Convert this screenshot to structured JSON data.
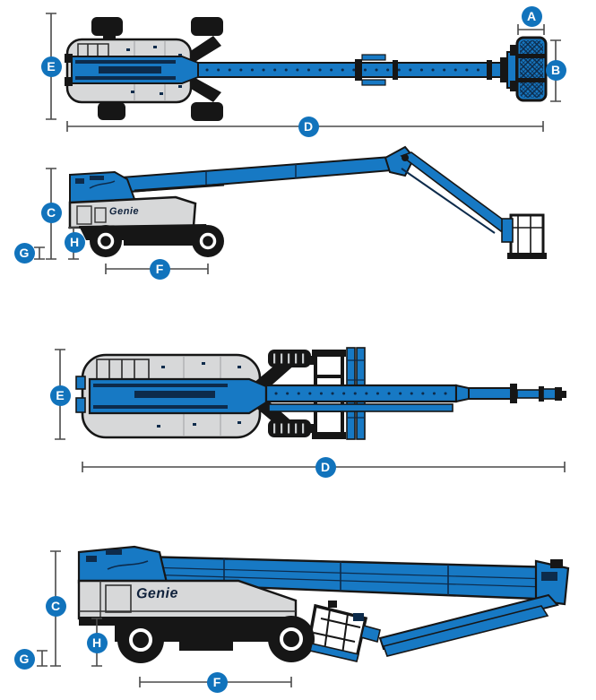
{
  "page": {
    "title": "Genie telescopic boom lift dimensional drawings",
    "background": "#FFFFFF"
  },
  "colors": {
    "genie_blue": "#1779C4",
    "label_blue": "#1173BC",
    "dark_navy": "#0D2B4B",
    "ink_black": "#161616",
    "body_gray": "#D7D8D9",
    "dim_line": "#4A4A4A",
    "label_text": "#FFFFFF",
    "page_bg": "#FFFFFF"
  },
  "brand": {
    "logo_text": "Genie"
  },
  "views": [
    {
      "name": "machine-1-top-view",
      "labels": [
        "E",
        "A",
        "B",
        "D"
      ]
    },
    {
      "name": "machine-1-side-view",
      "labels": [
        "C",
        "G",
        "H",
        "F"
      ]
    },
    {
      "name": "machine-2-top-view",
      "labels": [
        "E",
        "D"
      ]
    },
    {
      "name": "machine-2-side-view",
      "labels": [
        "C",
        "G",
        "H",
        "F"
      ]
    }
  ]
}
